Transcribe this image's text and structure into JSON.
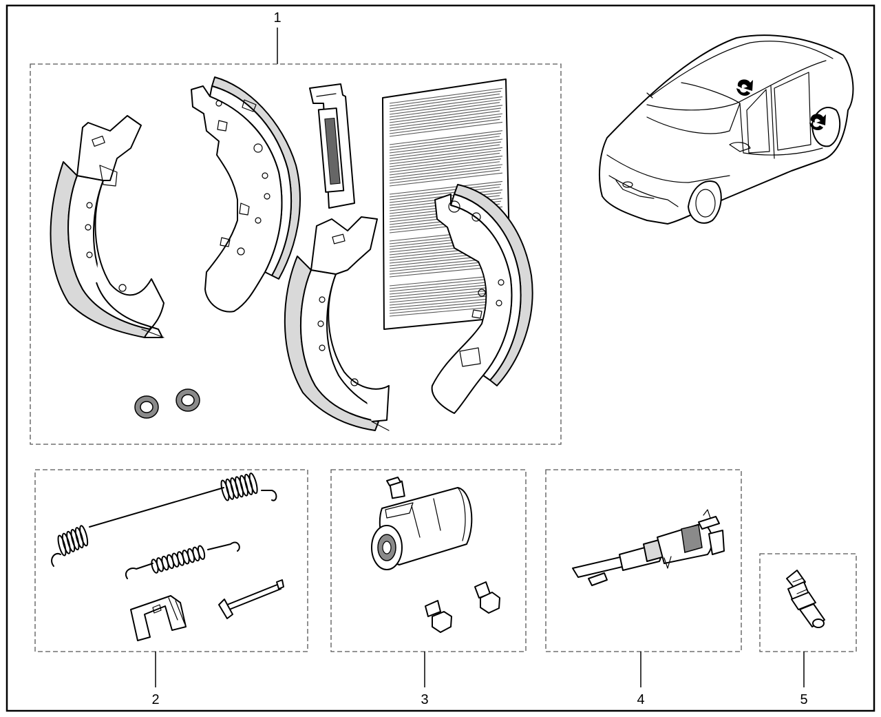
{
  "callouts": {
    "c1": "1",
    "c2": "2",
    "c3": "3",
    "c4": "4",
    "c5": "5"
  },
  "colors": {
    "line": "#000000",
    "box_dash": "#555555",
    "shade_light": "#d9d9d9",
    "shade_dark": "#8a8a8a",
    "background": "#ffffff"
  },
  "icons": {
    "car": "sedan-car-illustration",
    "rotation_markers": "rotation-arrow-icon"
  }
}
